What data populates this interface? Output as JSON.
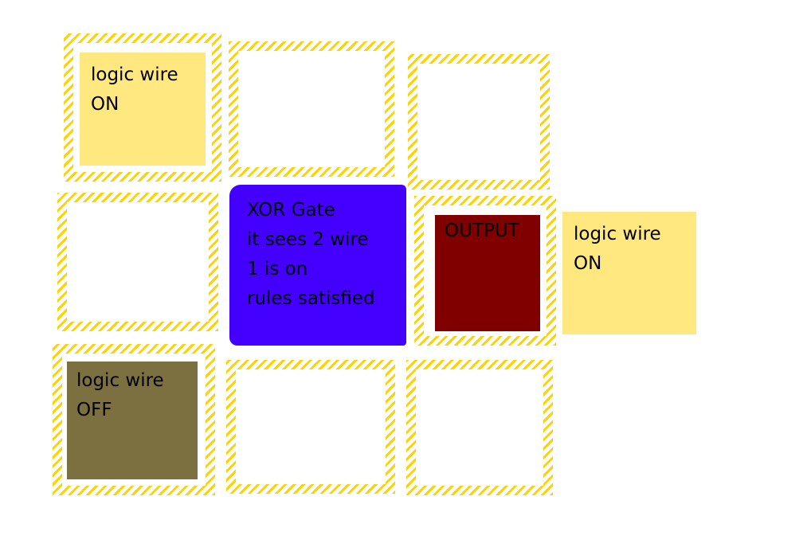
{
  "colors": {
    "stripe": "#FFD200",
    "wire_on": "#FFE880",
    "wire_off": "#7D7040",
    "gate": "#4400FF",
    "output": "#800000"
  },
  "top_left_wire": {
    "lines": [
      "logic wire",
      "ON"
    ]
  },
  "gate": {
    "lines": [
      "XOR Gate",
      "it sees 2 wire",
      "1 is on",
      "rules satisfied"
    ]
  },
  "output": {
    "label": "OUTPUT"
  },
  "right_wire": {
    "lines": [
      "logic wire",
      "ON"
    ]
  },
  "bottom_left_wire": {
    "lines": [
      "logic wire",
      "OFF"
    ]
  }
}
